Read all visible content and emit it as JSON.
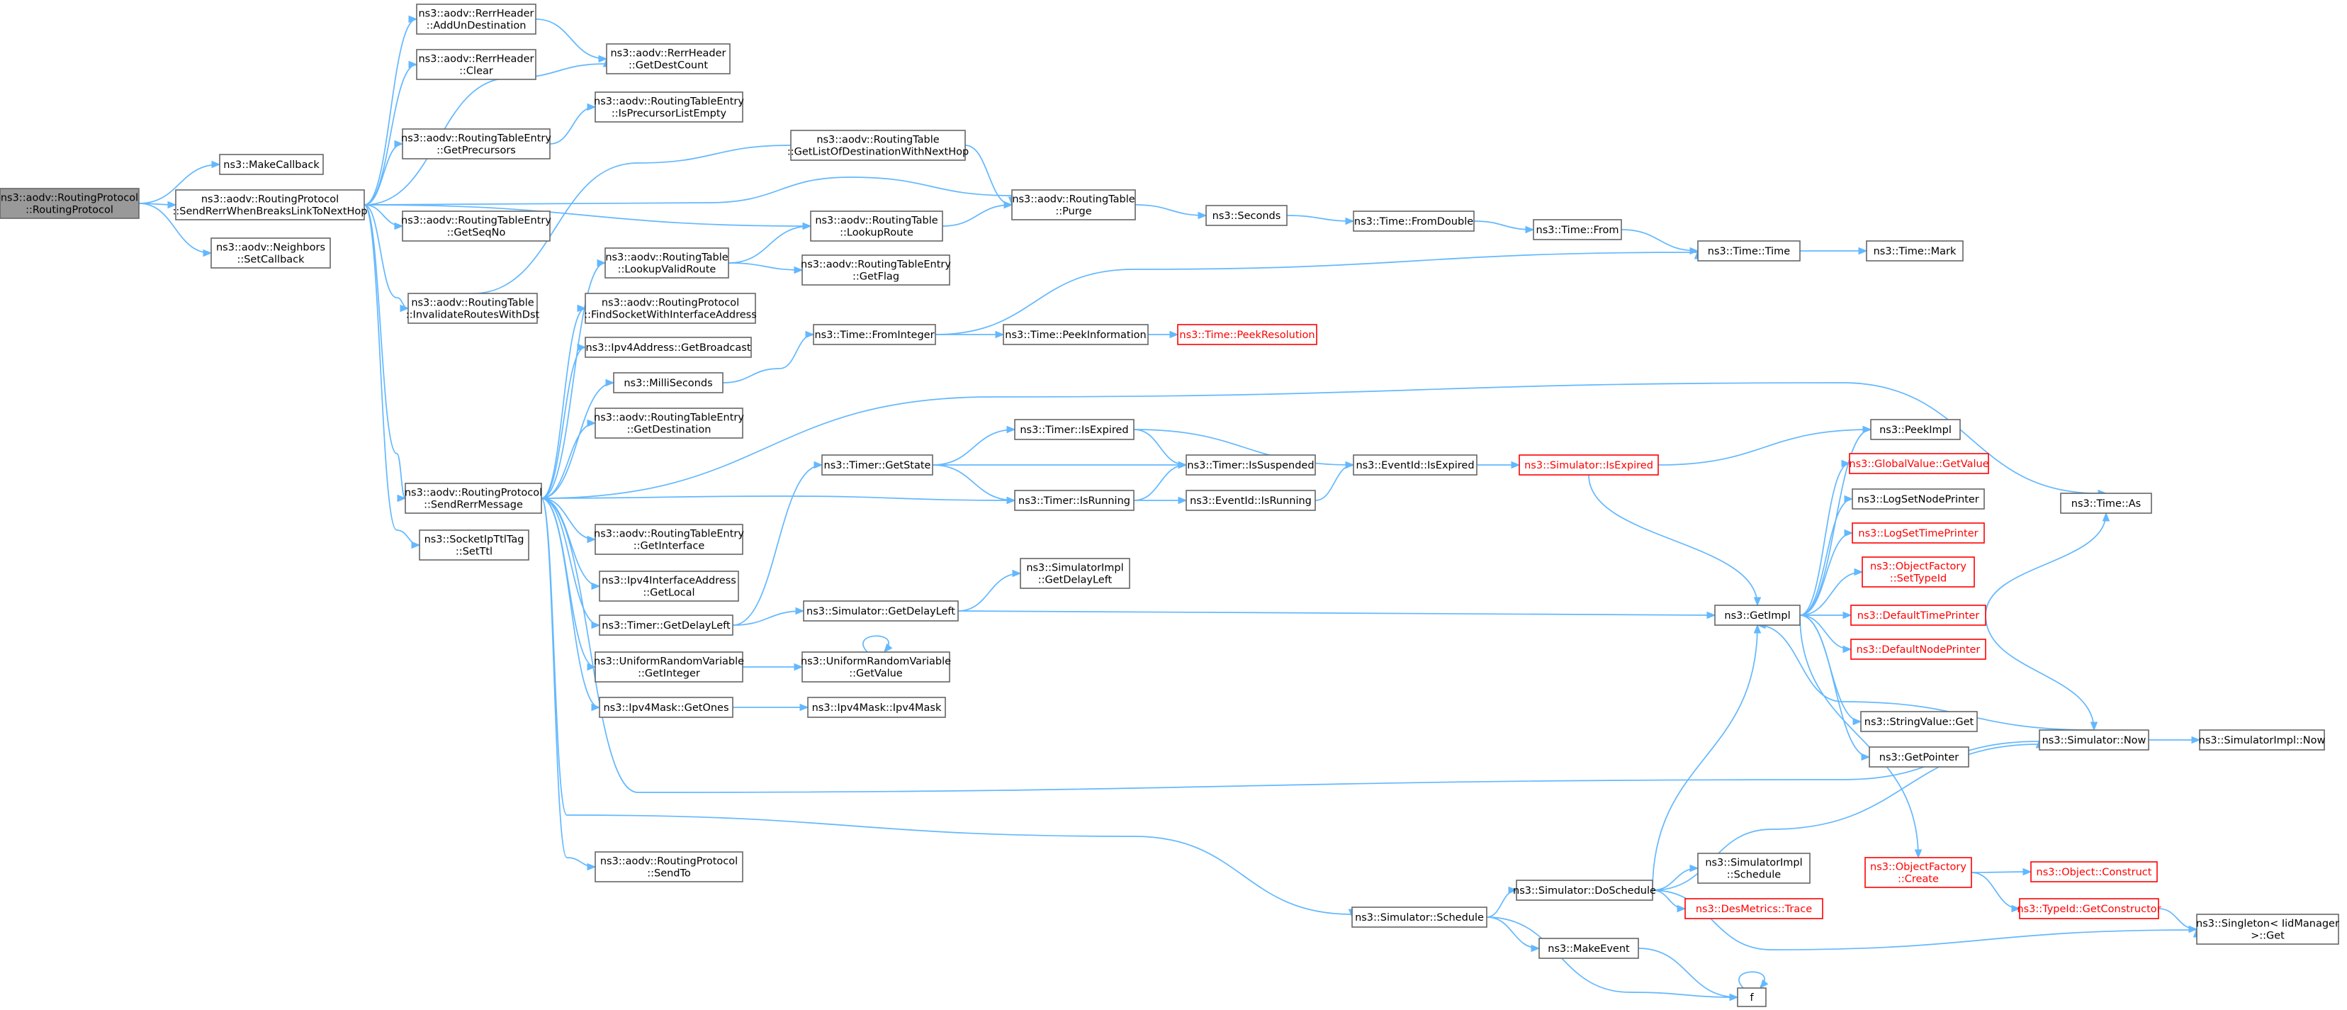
{
  "diagram": {
    "type": "call-graph",
    "colors": {
      "edge": "#63b8ff",
      "node_border": "#666666",
      "root_fill": "#999999",
      "highlight": "#ff0000"
    },
    "nodes": [
      {
        "id": "root",
        "lines": [
          "ns3::aodv::RoutingProtocol",
          "::RoutingProtocol"
        ],
        "style": "root"
      },
      {
        "id": "makecb",
        "lines": [
          "ns3::MakeCallback"
        ]
      },
      {
        "id": "srwb",
        "lines": [
          "ns3::aodv::RoutingProtocol",
          "::SendRerrWhenBreaksLinkToNextHop"
        ]
      },
      {
        "id": "nbrs",
        "lines": [
          "ns3::aodv::Neighbors",
          "::SetCallback"
        ]
      },
      {
        "id": "rerrAdd",
        "lines": [
          "ns3::aodv::RerrHeader",
          "::AddUnDestination"
        ]
      },
      {
        "id": "rerrClear",
        "lines": [
          "ns3::aodv::RerrHeader",
          "::Clear"
        ]
      },
      {
        "id": "rerrCount",
        "lines": [
          "ns3::aodv::RerrHeader",
          "::GetDestCount"
        ]
      },
      {
        "id": "rteGetPrec",
        "lines": [
          "ns3::aodv::RoutingTableEntry",
          "::GetPrecursors"
        ]
      },
      {
        "id": "rteIsPrec",
        "lines": [
          "ns3::aodv::RoutingTableEntry",
          "::IsPrecursorListEmpty"
        ]
      },
      {
        "id": "rtGetList",
        "lines": [
          "ns3::aodv::RoutingTable",
          "::GetListOfDestinationWithNextHop"
        ]
      },
      {
        "id": "rtPurge",
        "lines": [
          "ns3::aodv::RoutingTable",
          "::Purge"
        ]
      },
      {
        "id": "rtLookup",
        "lines": [
          "ns3::aodv::RoutingTable",
          "::LookupRoute"
        ]
      },
      {
        "id": "rteSeq",
        "lines": [
          "ns3::aodv::RoutingTableEntry",
          "::GetSeqNo"
        ]
      },
      {
        "id": "rtInval",
        "lines": [
          "ns3::aodv::RoutingTable",
          "::InvalidateRoutesWithDst"
        ]
      },
      {
        "id": "rtLookupValid",
        "lines": [
          "ns3::aodv::RoutingTable",
          "::LookupValidRoute"
        ]
      },
      {
        "id": "rteFlag",
        "lines": [
          "ns3::aodv::RoutingTableEntry",
          "::GetFlag"
        ]
      },
      {
        "id": "findSock",
        "lines": [
          "ns3::aodv::RoutingProtocol",
          "::FindSocketWithInterfaceAddress"
        ]
      },
      {
        "id": "ipv4Bcast",
        "lines": [
          "ns3::Ipv4Address::GetBroadcast"
        ]
      },
      {
        "id": "milli",
        "lines": [
          "ns3::MilliSeconds"
        ]
      },
      {
        "id": "rteDest",
        "lines": [
          "ns3::aodv::RoutingTableEntry",
          "::GetDestination"
        ]
      },
      {
        "id": "sendRerr",
        "lines": [
          "ns3::aodv::RoutingProtocol",
          "::SendRerrMessage"
        ]
      },
      {
        "id": "sockTtl",
        "lines": [
          "ns3::SocketIpTtlTag",
          "::SetTtl"
        ]
      },
      {
        "id": "rteIface",
        "lines": [
          "ns3::aodv::RoutingTableEntry",
          "::GetInterface"
        ]
      },
      {
        "id": "ifaceLocal",
        "lines": [
          "ns3::Ipv4InterfaceAddress",
          "::GetLocal"
        ]
      },
      {
        "id": "timerDelay",
        "lines": [
          "ns3::Timer::GetDelayLeft"
        ]
      },
      {
        "id": "urvInt",
        "lines": [
          "ns3::UniformRandomVariable",
          "::GetInteger"
        ]
      },
      {
        "id": "maskOnes",
        "lines": [
          "ns3::Ipv4Mask::GetOnes"
        ]
      },
      {
        "id": "sendTo",
        "lines": [
          "ns3::aodv::RoutingProtocol",
          "::SendTo"
        ]
      },
      {
        "id": "seconds",
        "lines": [
          "ns3::Seconds"
        ]
      },
      {
        "id": "fromDouble",
        "lines": [
          "ns3::Time::FromDouble"
        ]
      },
      {
        "id": "timeFrom",
        "lines": [
          "ns3::Time::From"
        ]
      },
      {
        "id": "timeTime",
        "lines": [
          "ns3::Time::Time"
        ]
      },
      {
        "id": "timeMark",
        "lines": [
          "ns3::Time::Mark"
        ]
      },
      {
        "id": "fromInt",
        "lines": [
          "ns3::Time::FromInteger"
        ]
      },
      {
        "id": "peekInfo",
        "lines": [
          "ns3::Time::PeekInformation"
        ]
      },
      {
        "id": "peekRes",
        "lines": [
          "ns3::Time::PeekResolution"
        ],
        "style": "red"
      },
      {
        "id": "timerState",
        "lines": [
          "ns3::Timer::GetState"
        ]
      },
      {
        "id": "timerExpired",
        "lines": [
          "ns3::Timer::IsExpired"
        ]
      },
      {
        "id": "timerSusp",
        "lines": [
          "ns3::Timer::IsSuspended"
        ]
      },
      {
        "id": "timerRun",
        "lines": [
          "ns3::Timer::IsRunning"
        ]
      },
      {
        "id": "evExpired",
        "lines": [
          "ns3::EventId::IsExpired"
        ]
      },
      {
        "id": "evRun",
        "lines": [
          "ns3::EventId::IsRunning"
        ]
      },
      {
        "id": "simExpired",
        "lines": [
          "ns3::Simulator::IsExpired"
        ],
        "style": "red"
      },
      {
        "id": "simImplDelay",
        "lines": [
          "ns3::SimulatorImpl",
          "::GetDelayLeft"
        ]
      },
      {
        "id": "simDelay",
        "lines": [
          "ns3::Simulator::GetDelayLeft"
        ]
      },
      {
        "id": "urvVal",
        "lines": [
          "ns3::UniformRandomVariable",
          "::GetValue"
        ]
      },
      {
        "id": "maskCtor",
        "lines": [
          "ns3::Ipv4Mask::Ipv4Mask"
        ]
      },
      {
        "id": "peekImpl",
        "lines": [
          "ns3::PeekImpl"
        ]
      },
      {
        "id": "gvGet",
        "lines": [
          "ns3::GlobalValue::GetValue"
        ],
        "style": "red"
      },
      {
        "id": "logNode",
        "lines": [
          "ns3::LogSetNodePrinter"
        ]
      },
      {
        "id": "logTime",
        "lines": [
          "ns3::LogSetTimePrinter"
        ],
        "style": "red"
      },
      {
        "id": "ofSetType",
        "lines": [
          "ns3::ObjectFactory",
          "::SetTypeId"
        ],
        "style": "red"
      },
      {
        "id": "defTime",
        "lines": [
          "ns3::DefaultTimePrinter"
        ],
        "style": "red"
      },
      {
        "id": "defNode",
        "lines": [
          "ns3::DefaultNodePrinter"
        ],
        "style": "red"
      },
      {
        "id": "getImpl",
        "lines": [
          "ns3::GetImpl"
        ]
      },
      {
        "id": "strGet",
        "lines": [
          "ns3::StringValue::Get"
        ]
      },
      {
        "id": "getPtr",
        "lines": [
          "ns3::GetPointer"
        ]
      },
      {
        "id": "timeAs",
        "lines": [
          "ns3::Time::As"
        ]
      },
      {
        "id": "simNow",
        "lines": [
          "ns3::Simulator::Now"
        ]
      },
      {
        "id": "simImplNow",
        "lines": [
          "ns3::SimulatorImpl::Now"
        ]
      },
      {
        "id": "ofCreate",
        "lines": [
          "ns3::ObjectFactory",
          "::Create"
        ],
        "style": "red"
      },
      {
        "id": "objConstruct",
        "lines": [
          "ns3::Object::Construct"
        ],
        "style": "red"
      },
      {
        "id": "typeCtor",
        "lines": [
          "ns3::TypeId::GetConstructor"
        ],
        "style": "red"
      },
      {
        "id": "singleton",
        "lines": [
          "ns3::Singleton< IidManager",
          " >::Get"
        ]
      },
      {
        "id": "doSched",
        "lines": [
          "ns3::Simulator::DoSchedule"
        ]
      },
      {
        "id": "simImplSched",
        "lines": [
          "ns3::SimulatorImpl",
          "::Schedule"
        ]
      },
      {
        "id": "desTrace",
        "lines": [
          "ns3::DesMetrics::Trace"
        ],
        "style": "red"
      },
      {
        "id": "simSched",
        "lines": [
          "ns3::Simulator::Schedule"
        ]
      },
      {
        "id": "makeEvent",
        "lines": [
          "ns3::MakeEvent"
        ]
      },
      {
        "id": "f",
        "lines": [
          "f"
        ]
      }
    ],
    "edges": [
      [
        "root",
        "makecb"
      ],
      [
        "root",
        "srwb"
      ],
      [
        "root",
        "nbrs"
      ],
      [
        "srwb",
        "rerrAdd"
      ],
      [
        "srwb",
        "rerrClear"
      ],
      [
        "srwb",
        "rerrCount"
      ],
      [
        "srwb",
        "rteGetPrec"
      ],
      [
        "srwb",
        "rtLookup"
      ],
      [
        "srwb",
        "rtPurge"
      ],
      [
        "srwb",
        "rteSeq"
      ],
      [
        "srwb",
        "rtInval"
      ],
      [
        "srwb",
        "sendRerr"
      ],
      [
        "srwb",
        "sockTtl"
      ],
      [
        "rerrAdd",
        "rerrCount"
      ],
      [
        "rteGetPrec",
        "rteIsPrec"
      ],
      [
        "rtInval",
        "rtGetList"
      ],
      [
        "rtGetList",
        "rtPurge"
      ],
      [
        "rtLookup",
        "rtPurge"
      ],
      [
        "rtPurge",
        "seconds"
      ],
      [
        "seconds",
        "fromDouble"
      ],
      [
        "fromDouble",
        "timeFrom"
      ],
      [
        "timeFrom",
        "timeTime"
      ],
      [
        "timeTime",
        "timeMark"
      ],
      [
        "sendRerr",
        "rtLookupValid"
      ],
      [
        "sendRerr",
        "findSock"
      ],
      [
        "sendRerr",
        "ipv4Bcast"
      ],
      [
        "sendRerr",
        "milli"
      ],
      [
        "sendRerr",
        "rteDest"
      ],
      [
        "sendRerr",
        "rteIface"
      ],
      [
        "sendRerr",
        "ifaceLocal"
      ],
      [
        "sendRerr",
        "timerDelay"
      ],
      [
        "sendRerr",
        "urvInt"
      ],
      [
        "sendRerr",
        "maskOnes"
      ],
      [
        "sendRerr",
        "sendTo"
      ],
      [
        "sendRerr",
        "timerRun"
      ],
      [
        "sendRerr",
        "timeAs"
      ],
      [
        "sendRerr",
        "simNow"
      ],
      [
        "sendRerr",
        "simSched"
      ],
      [
        "rtLookupValid",
        "rtLookup"
      ],
      [
        "rtLookupValid",
        "rteFlag"
      ],
      [
        "milli",
        "fromInt"
      ],
      [
        "fromInt",
        "timeTime"
      ],
      [
        "fromInt",
        "peekInfo"
      ],
      [
        "peekInfo",
        "peekRes"
      ],
      [
        "timerDelay",
        "timerState"
      ],
      [
        "timerDelay",
        "simDelay"
      ],
      [
        "timerState",
        "timerExpired"
      ],
      [
        "timerState",
        "timerSusp"
      ],
      [
        "timerState",
        "timerRun"
      ],
      [
        "timerExpired",
        "timerSusp"
      ],
      [
        "timerExpired",
        "evExpired"
      ],
      [
        "timerRun",
        "timerSusp"
      ],
      [
        "timerRun",
        "evRun"
      ],
      [
        "evRun",
        "evExpired"
      ],
      [
        "evExpired",
        "simExpired"
      ],
      [
        "simExpired",
        "peekImpl"
      ],
      [
        "simExpired",
        "getImpl"
      ],
      [
        "simDelay",
        "simImplDelay"
      ],
      [
        "simDelay",
        "getImpl"
      ],
      [
        "urvInt",
        "urvVal"
      ],
      [
        "urvVal",
        "urvVal"
      ],
      [
        "maskOnes",
        "maskCtor"
      ],
      [
        "getImpl",
        "peekImpl"
      ],
      [
        "getImpl",
        "gvGet"
      ],
      [
        "getImpl",
        "logNode"
      ],
      [
        "getImpl",
        "logTime"
      ],
      [
        "getImpl",
        "ofSetType"
      ],
      [
        "getImpl",
        "defTime"
      ],
      [
        "getImpl",
        "defNode"
      ],
      [
        "getImpl",
        "strGet"
      ],
      [
        "getImpl",
        "getPtr"
      ],
      [
        "getImpl",
        "ofCreate"
      ],
      [
        "defTime",
        "timeAs"
      ],
      [
        "defTime",
        "simNow"
      ],
      [
        "simNow",
        "getImpl"
      ],
      [
        "simNow",
        "simImplNow"
      ],
      [
        "ofCreate",
        "objConstruct"
      ],
      [
        "ofCreate",
        "typeCtor"
      ],
      [
        "typeCtor",
        "singleton"
      ],
      [
        "simSched",
        "doSched"
      ],
      [
        "simSched",
        "makeEvent"
      ],
      [
        "simSched",
        "f"
      ],
      [
        "doSched",
        "getImpl"
      ],
      [
        "doSched",
        "simNow"
      ],
      [
        "doSched",
        "simImplSched"
      ],
      [
        "doSched",
        "desTrace"
      ],
      [
        "doSched",
        "singleton"
      ],
      [
        "makeEvent",
        "f"
      ],
      [
        "f",
        "f"
      ]
    ]
  }
}
